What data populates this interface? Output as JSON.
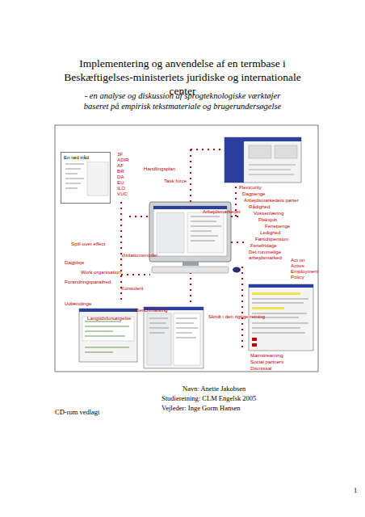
{
  "diagram": {
    "title": "Implementering og anvendelse af en termbase i Beskæftigelses-ministeriets juridiske og internationale center",
    "nodes": [
      {
        "text": [
          "En rød tråd"
        ]
      }
    ],
    "labels": [
      "- en analyse og diskussion af sprogteknologiske værktøjer baseret på empirisk tekstmateriale og brugerundersøgelse",
      "3F",
      "ADIR",
      "AF",
      "BR",
      "DA",
      "EU",
      "ILO",
      "VUC",
      "Handlingsplan",
      "Task force",
      "Flexicurity",
      "Dagpenge",
      "Arbejdsmarkedets parter",
      "Rådighed",
      "Voksenlæring",
      "Fleksjob",
      "Feriepenge",
      "Ledighed",
      "Førtidspension",
      "Feriefridage",
      "Arbejdsmarkedet",
      "Det rummelige arbejdsmarked",
      "Spill-over effect",
      "Visitationsmodel",
      "Act on Active Employment Policy",
      "Dagpleje",
      "Work organisation",
      "Forandringsparathed",
      "Konsulent",
      "Udlændinge",
      "Benchmarking",
      "Langtidsforsørgelse",
      "Skridt i den rigtige retning",
      "Mainstreaming",
      "Social partners",
      "Dismissal",
      "Navn: Anette Jakobsen",
      "Studieretning: CLM Engelsk 2005",
      "Vejleder: Inge Gorm Hansen",
      "CD-rom vedlagt",
      "1"
    ]
  }
}
